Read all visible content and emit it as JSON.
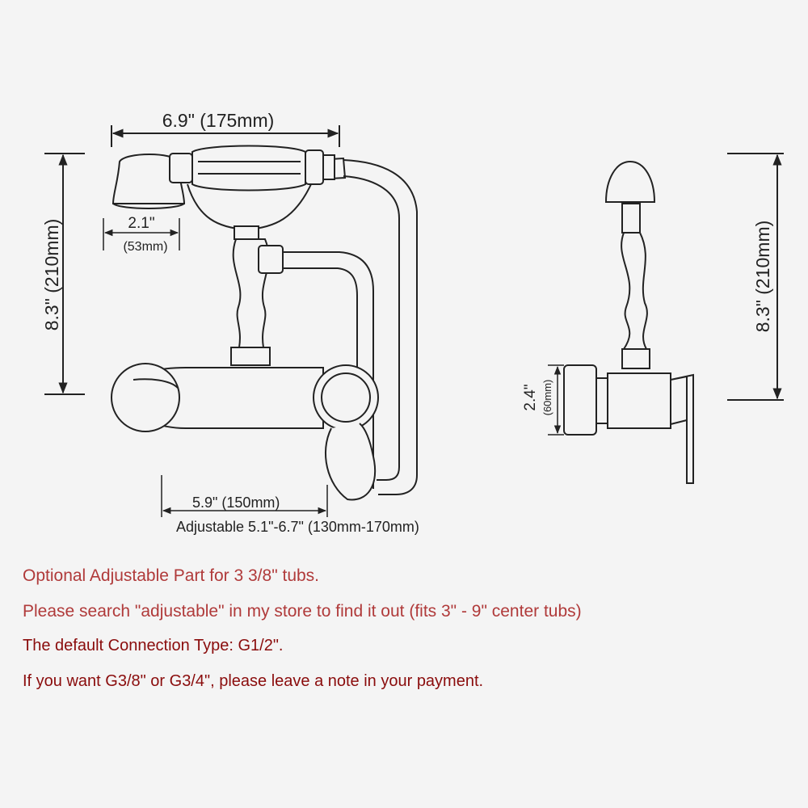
{
  "dimensions": {
    "top_width": "6.9\" (175mm)",
    "handle_width": "2.1\"",
    "handle_width_mm": "(53mm)",
    "left_height": "8.3\" (210mm)",
    "spout_span": "5.9\" (150mm)",
    "adjustable_range": "Adjustable 5.1\"-6.7\" (130mm-170mm)",
    "side_height": "8.3\" (210mm)",
    "flange_height": "2.4\"",
    "flange_height_mm": "(60mm)"
  },
  "notes": {
    "optional_part": "Optional Adjustable Part for 3 3/8\" tubs.",
    "search_hint": "Please search \"adjustable\" in my store to find it out (fits 3\" - 9\" center tubs)",
    "default_connection": "The default Connection Type: G1/2\".",
    "other_connections": "If you want G3/8\" or G3/4\", please leave a note in your payment."
  },
  "colors": {
    "line": "#222222",
    "note_light_red": "#b03a3a",
    "note_dark_red": "#8a0c0c",
    "background": "#f4f4f4"
  }
}
